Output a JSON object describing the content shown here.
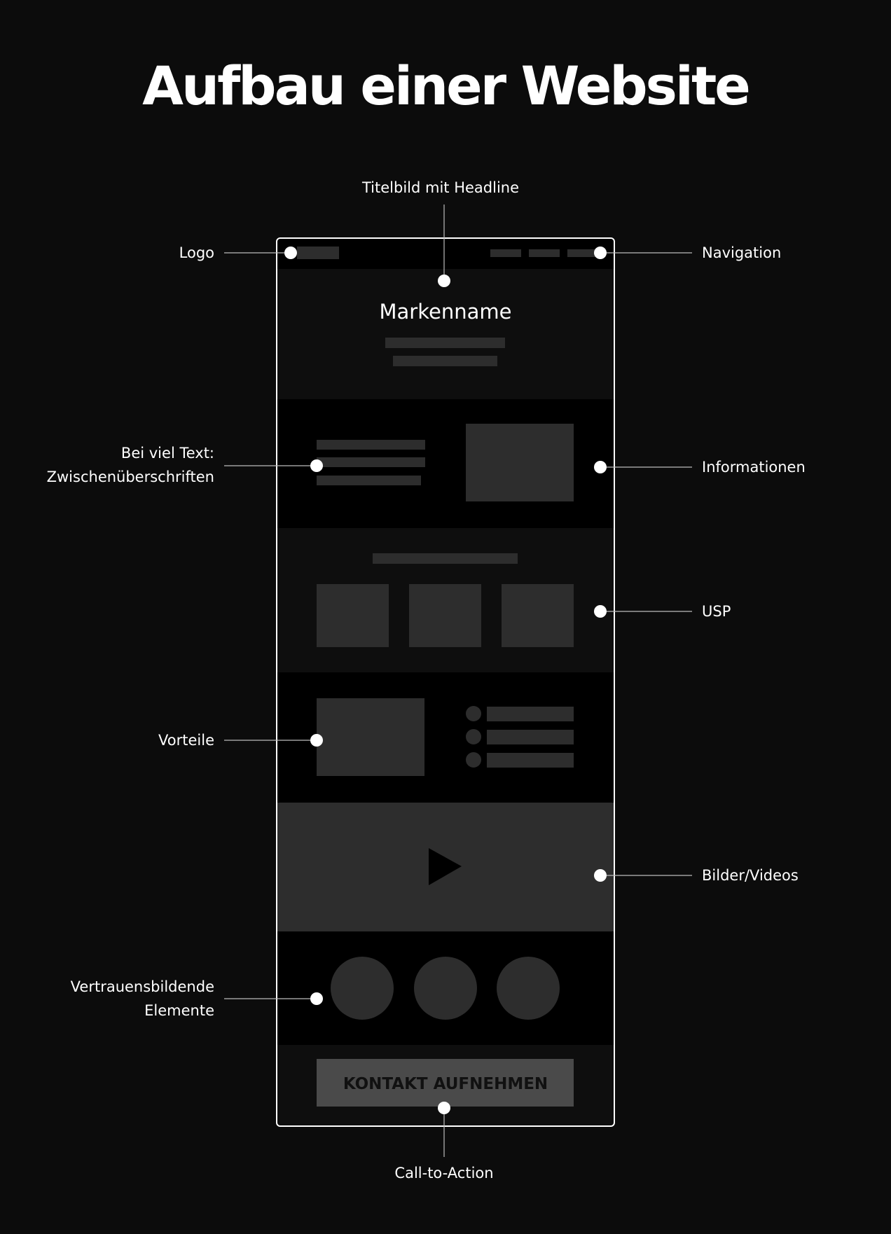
{
  "title": "Aufbau einer Website",
  "mockup": {
    "brand_name": "Markenname",
    "cta_button": "KONTAKT AUFNEHMEN"
  },
  "labels": {
    "titelbild": "Titelbild mit Headline",
    "logo": "Logo",
    "navigation": "Navigation",
    "zwischen_1": "Bei viel Text:",
    "zwischen_2": "Zwischenüberschriften",
    "informationen": "Informationen",
    "usp": "USP",
    "vorteile": "Vorteile",
    "bilder_videos": "Bilder/Videos",
    "vertrauen_1": "Vertrauensbildende",
    "vertrauen_2": "Elemente",
    "cta": "Call-to-Action"
  },
  "colors": {
    "background": "#0c0c0c",
    "section_dark": "#000000",
    "section_alt": "#0e0e0e",
    "placeholder": "#2d2d2d",
    "frame": "#ffffff"
  },
  "icons": {
    "play": "play-icon"
  }
}
